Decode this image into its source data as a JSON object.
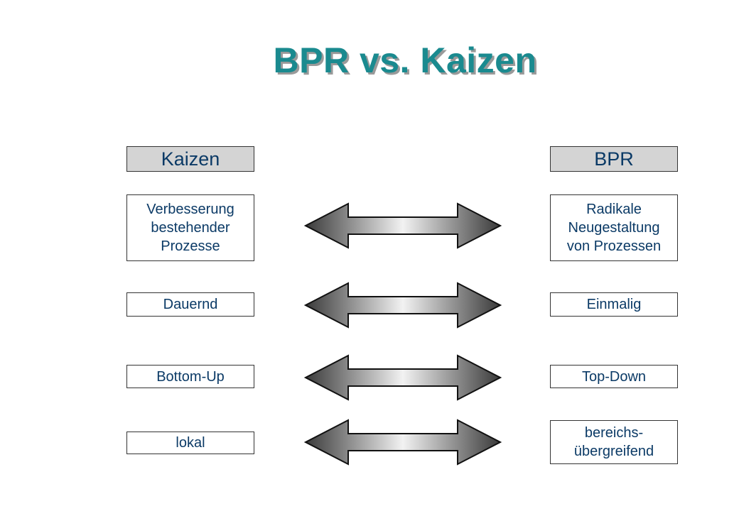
{
  "title": "BPR vs. Kaizen",
  "left_header": "Kaizen",
  "right_header": "BPR",
  "rows": [
    {
      "left": "Verbesserung\nbestehender\nProzesse",
      "right": "Radikale\nNeugestaltung\nvon Prozessen"
    },
    {
      "left": "Dauernd",
      "right": "Einmalig"
    },
    {
      "left": "Bottom-Up",
      "right": "Top-Down"
    },
    {
      "left": "lokal",
      "right": "bereichs-\nübergreifend"
    }
  ],
  "colors": {
    "title": "#1a8a8f",
    "text": "#0b3a66",
    "header_fill": "#d4d4d4"
  }
}
